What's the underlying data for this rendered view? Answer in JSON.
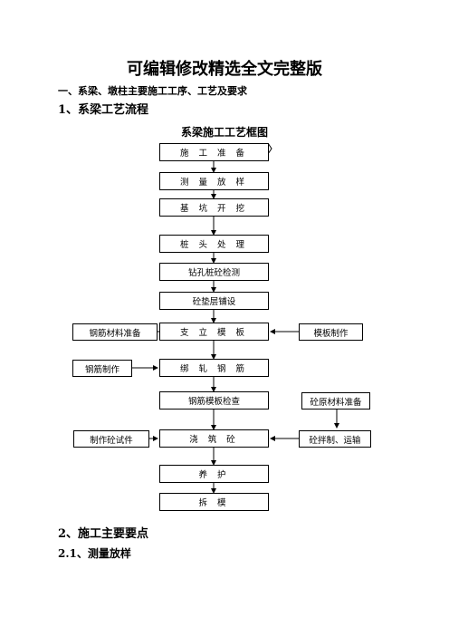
{
  "document": {
    "title": "可编辑修改精选全文完整版",
    "section_heading": "一、系梁、墩柱主要施工工序、工艺及要求",
    "heading_1": "1、系梁工艺流程",
    "heading_2": "2、施工主要要点",
    "heading_2_1": "2.1、测量放样"
  },
  "flowchart": {
    "title": "系梁施工工艺框图",
    "steps": [
      "施 工 准 备",
      "测 量 放 样",
      "基 坑 开 挖",
      "桩 头 处 理",
      "钻孔桩砼检测",
      "砼垫层铺设",
      "支 立 模 板",
      "绑 轧 钢 筋",
      "钢筋模板检查",
      "浇  筑  砼",
      "养    护",
      "拆    模"
    ],
    "left_boxes": [
      "钢筋材料准备",
      "钢筋制作",
      "制作砼试件"
    ],
    "right_boxes": [
      "模板制作",
      "砼原材料准备",
      "砼拌制、运输"
    ]
  }
}
